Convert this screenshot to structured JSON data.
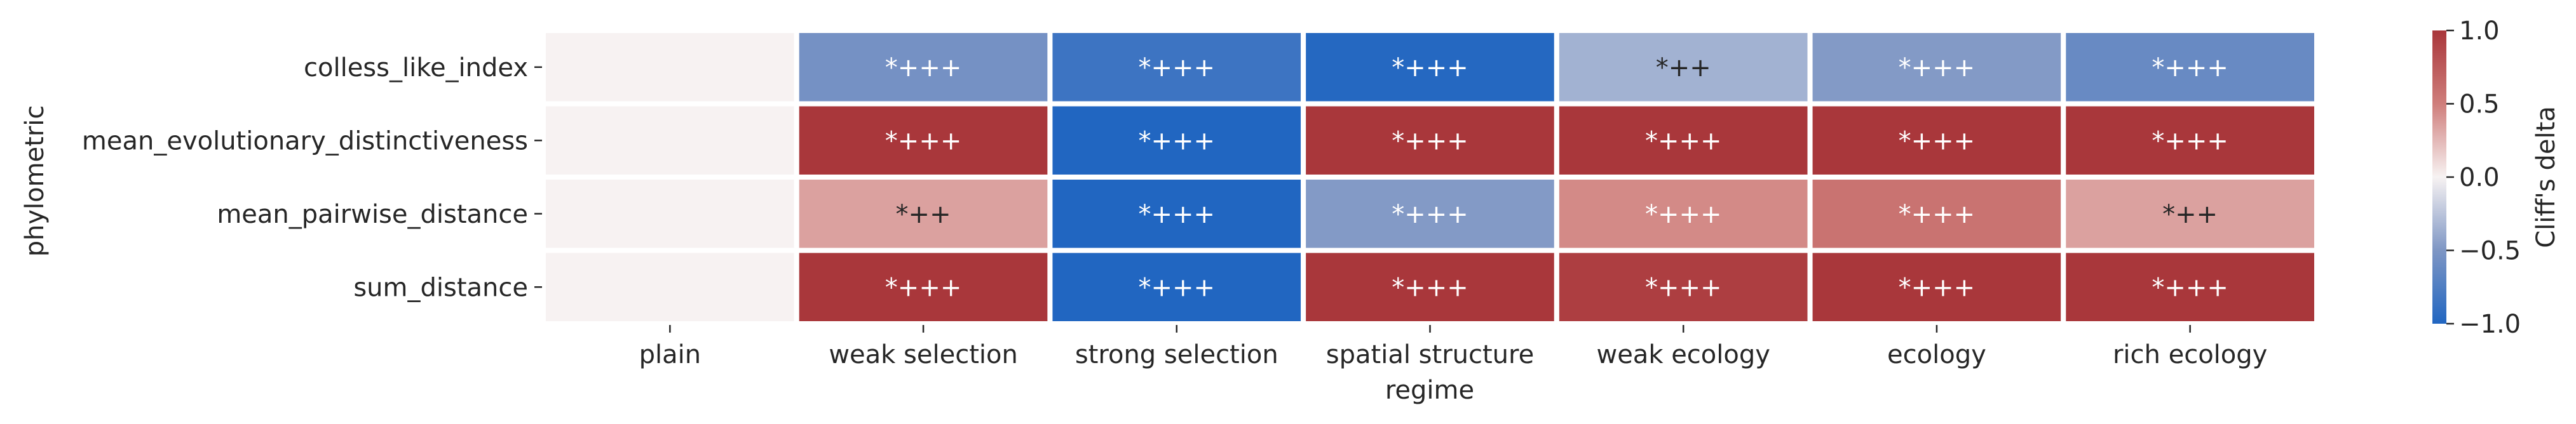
{
  "chart_data": {
    "type": "heatmap",
    "title": "",
    "xlabel": "regime",
    "ylabel": "phylometric",
    "x_categories": [
      "plain",
      "weak selection",
      "strong selection",
      "spatial structure",
      "weak ecology",
      "ecology",
      "rich ecology"
    ],
    "y_categories": [
      "colless_like_index",
      "mean_evolutionary_distinctiveness",
      "mean_pairwise_distance",
      "sum_distance"
    ],
    "values": [
      [
        0.0,
        -0.55,
        -0.85,
        -0.98,
        -0.35,
        -0.48,
        -0.62
      ],
      [
        0.0,
        1.0,
        -1.0,
        1.0,
        1.0,
        1.0,
        1.0
      ],
      [
        0.0,
        0.35,
        -1.0,
        -0.48,
        0.45,
        0.58,
        0.35
      ],
      [
        0.0,
        1.0,
        -1.0,
        1.0,
        0.95,
        1.0,
        1.0
      ]
    ],
    "annotations": [
      [
        "",
        "*+++",
        "*+++",
        "*+++",
        "*++",
        "*+++",
        "*+++"
      ],
      [
        "",
        "*+++",
        "*+++",
        "*+++",
        "*+++",
        "*+++",
        "*+++"
      ],
      [
        "",
        "*++",
        "*+++",
        "*+++",
        "*+++",
        "*+++",
        "*++"
      ],
      [
        "",
        "*+++",
        "*+++",
        "*+++",
        "*+++",
        "*+++",
        "*+++"
      ]
    ],
    "colormap": "vlag",
    "vmin": -1.0,
    "vmax": 1.0,
    "colorbar": {
      "label": "Cliff's delta",
      "ticks": [
        -1.0,
        -0.5,
        0.0,
        0.5,
        1.0
      ],
      "tick_labels": [
        "−1.0",
        "−0.5",
        "0.0",
        "0.5",
        "1.0"
      ]
    },
    "grid": false,
    "legend": "colorbar-right"
  }
}
